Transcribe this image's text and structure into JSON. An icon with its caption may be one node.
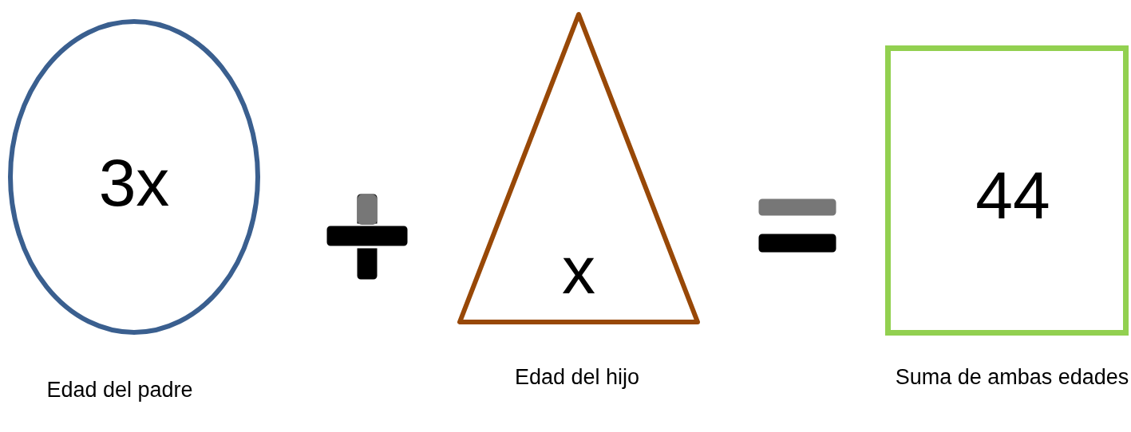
{
  "diagram": {
    "nodes": [
      {
        "text": [
          "3x"
        ],
        "beside": [
          "Edad del padre"
        ]
      },
      {
        "text": [
          "x"
        ],
        "beside": [
          "Edad del hijo"
        ]
      },
      {
        "text": [
          "44"
        ],
        "beside": [
          "Suma de ambas edades"
        ]
      }
    ]
  }
}
